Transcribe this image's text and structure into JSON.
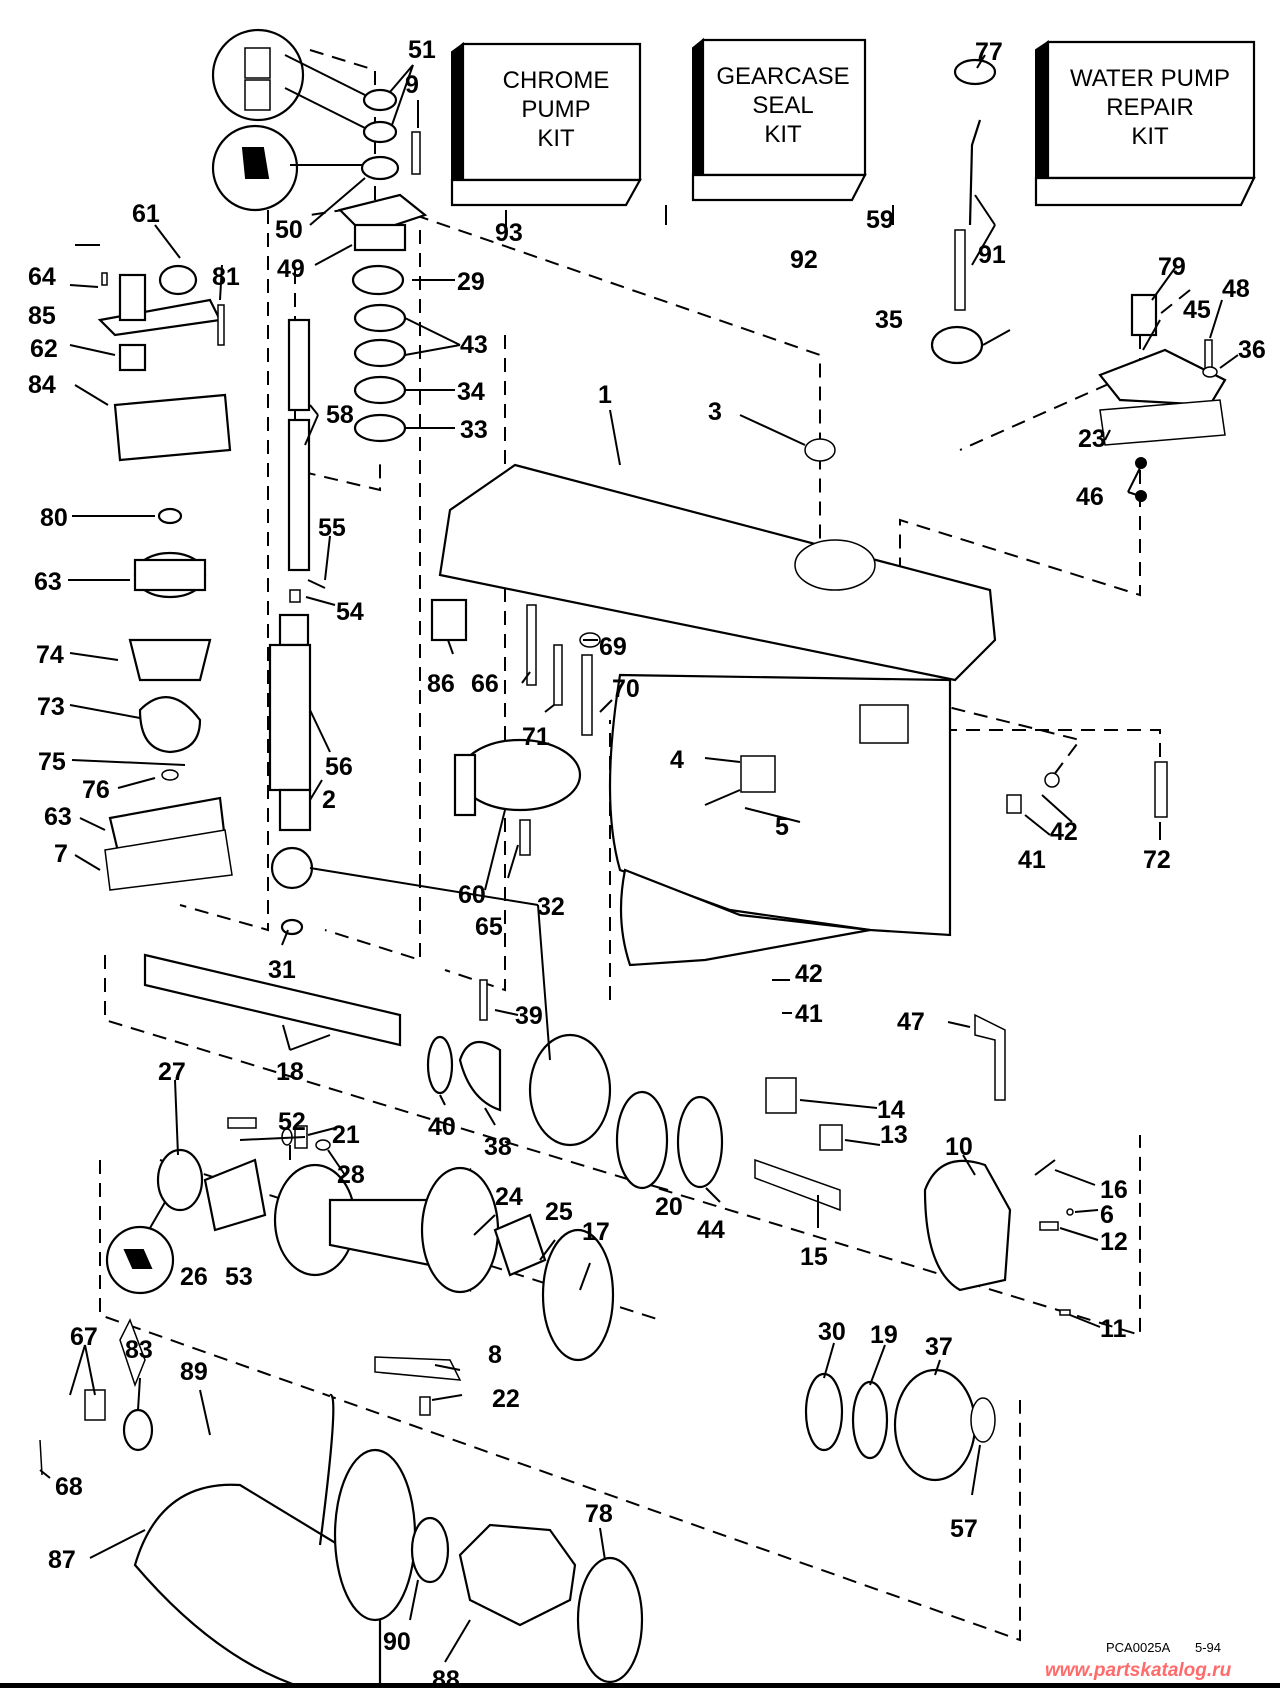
{
  "diagram": {
    "title": "Gearcase exploded parts diagram",
    "kits": [
      {
        "id": "93",
        "lines": [
          "CHROME",
          "PUMP",
          "KIT"
        ]
      },
      {
        "id": "92",
        "lines": [
          "GEARCASE",
          "SEAL",
          "KIT"
        ]
      },
      {
        "id": "91",
        "lines": [
          "WATER PUMP",
          "REPAIR",
          "KIT"
        ]
      }
    ],
    "callouts": {
      "c1": "1",
      "c2": "2",
      "c3": "3",
      "c4": "4",
      "c5": "5",
      "c6": "6",
      "c7": "7",
      "c8": "8",
      "c9": "9",
      "c10": "10",
      "c11": "11",
      "c12": "12",
      "c13": "13",
      "c14": "14",
      "c15": "15",
      "c16": "16",
      "c17": "17",
      "c18": "18",
      "c19": "19",
      "c20": "20",
      "c21": "21",
      "c22": "22",
      "c23": "23",
      "c24": "24",
      "c25": "25",
      "c26": "26",
      "c27": "27",
      "c28": "28",
      "c29": "29",
      "c30": "30",
      "c31": "31",
      "c32": "32",
      "c33": "33",
      "c34": "34",
      "c35": "35",
      "c36": "36",
      "c37": "37",
      "c38": "38",
      "c39": "39",
      "c40": "40",
      "c41a": "41",
      "c41b": "41",
      "c42a": "42",
      "c42b": "42",
      "c43": "43",
      "c44": "44",
      "c45": "45",
      "c46": "46",
      "c47": "47",
      "c48": "48",
      "c49": "49",
      "c50": "50",
      "c51": "51",
      "c52": "52",
      "c53": "53",
      "c54": "54",
      "c55": "55",
      "c56": "56",
      "c57": "57",
      "c58": "58",
      "c59": "59",
      "c60": "60",
      "c61": "61",
      "c62": "62",
      "c63a": "63",
      "c63b": "63",
      "c64": "64",
      "c65": "65",
      "c66": "66",
      "c67": "67",
      "c68": "68",
      "c69": "69",
      "c70": "70",
      "c71": "71",
      "c72": "72",
      "c73": "73",
      "c74": "74",
      "c75": "75",
      "c76": "76",
      "c77": "77",
      "c78": "78",
      "c79": "79",
      "c80": "80",
      "c81": "81",
      "c83": "83",
      "c84": "84",
      "c85": "85",
      "c86": "86",
      "c87": "87",
      "c88": "88",
      "c89": "89",
      "c90": "90",
      "c91": "91",
      "c92": "92",
      "c93": "93"
    },
    "reference_code": "PCA0025A",
    "revision_date": "5-94",
    "watermark": "www.partskatalog.ru"
  }
}
